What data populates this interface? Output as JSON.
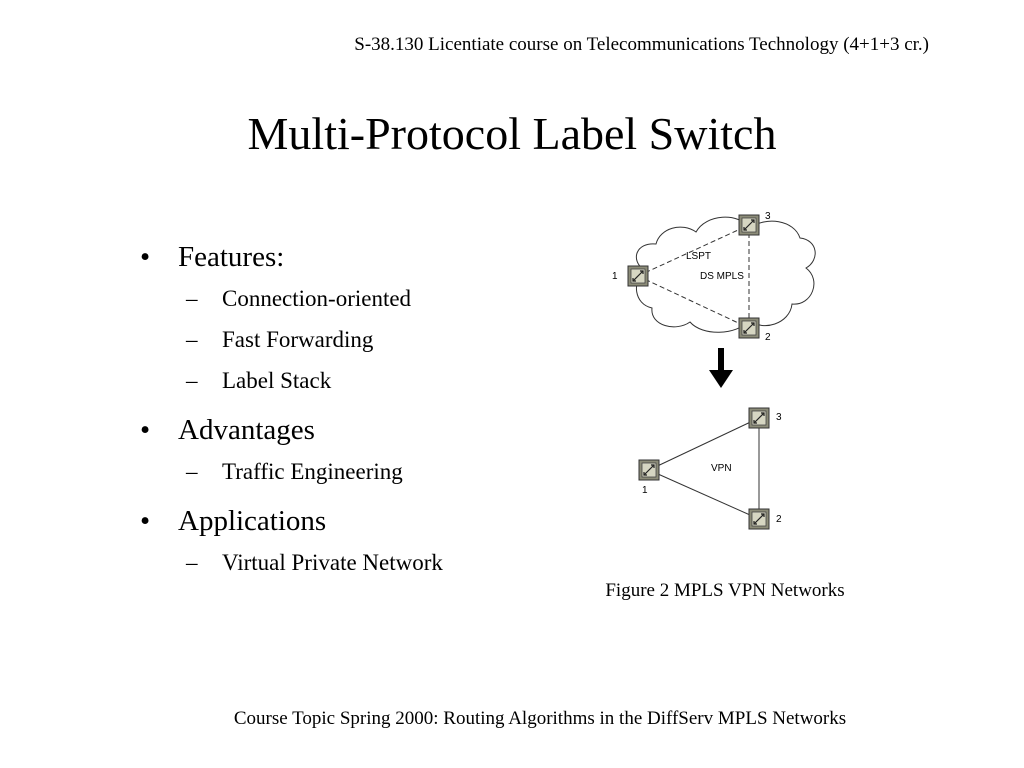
{
  "header": {
    "course": "S-38.130 Licentiate course on Telecommunications Technology (4+1+3 cr.)"
  },
  "title": "Multi-Protocol Label Switch",
  "bullets": [
    {
      "label": "Features:",
      "items": [
        "Connection-oriented",
        "Fast Forwarding",
        "Label Stack"
      ]
    },
    {
      "label": "Advantages",
      "items": [
        "Traffic Engineering"
      ]
    },
    {
      "label": "Applications",
      "items": [
        "Virtual Private Network"
      ]
    }
  ],
  "figure": {
    "top_diagram": {
      "node_labels": [
        "1",
        "2",
        "3"
      ],
      "labels": [
        "LSPT",
        "DS MPLS"
      ]
    },
    "bottom_diagram": {
      "node_labels": [
        "1",
        "2",
        "3"
      ],
      "labels": [
        "VPN"
      ]
    },
    "caption": "Figure 2 MPLS VPN Networks"
  },
  "footer": {
    "text": "Course Topic Spring 2000: Routing Algorithms in the DiffServ MPLS Networks"
  }
}
